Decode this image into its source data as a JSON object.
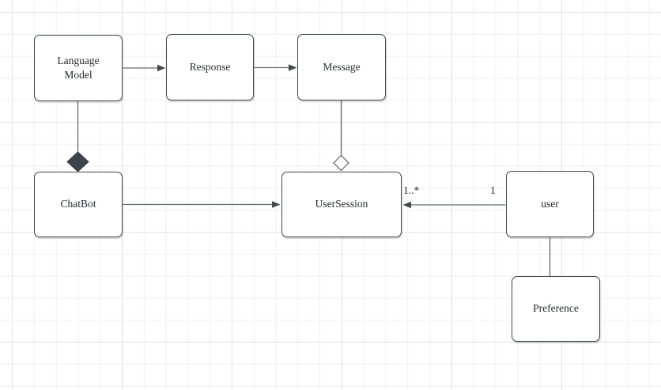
{
  "diagram": {
    "type": "uml-class-diagram",
    "nodes": {
      "language_model": {
        "label": "Language Model"
      },
      "response": {
        "label": "Response"
      },
      "message": {
        "label": "Message"
      },
      "chatbot": {
        "label": "ChatBot"
      },
      "usersession": {
        "label": "UserSession"
      },
      "user": {
        "label": "user"
      },
      "preference": {
        "label": "Preference"
      }
    },
    "edges": [
      {
        "from": "language_model",
        "to": "response",
        "type": "directed-arrow"
      },
      {
        "from": "response",
        "to": "message",
        "type": "directed-arrow"
      },
      {
        "from": "language_model",
        "to": "chatbot",
        "type": "composition",
        "diamond": "filled",
        "diamond_at": "chatbot"
      },
      {
        "from": "message",
        "to": "usersession",
        "type": "aggregation",
        "diamond": "hollow",
        "diamond_at": "usersession"
      },
      {
        "from": "chatbot",
        "to": "usersession",
        "type": "directed-arrow"
      },
      {
        "from": "user",
        "to": "usersession",
        "type": "directed-arrow",
        "source_label": "1",
        "target_label": "1..*"
      },
      {
        "from": "user",
        "to": "preference",
        "type": "plain-line"
      }
    ],
    "edge_labels": {
      "usersession_multiplicity": "1..*",
      "user_multiplicity": "1"
    },
    "colors": {
      "canvas": "#ffffff",
      "grid_minor": "#f0f0f0",
      "grid_major": "#e3e3e3",
      "node_fill": "#ffffff",
      "node_border": "#40464e",
      "connector": "#686d72",
      "composition_diamond": "#3c434b",
      "text": "#262b31"
    }
  }
}
